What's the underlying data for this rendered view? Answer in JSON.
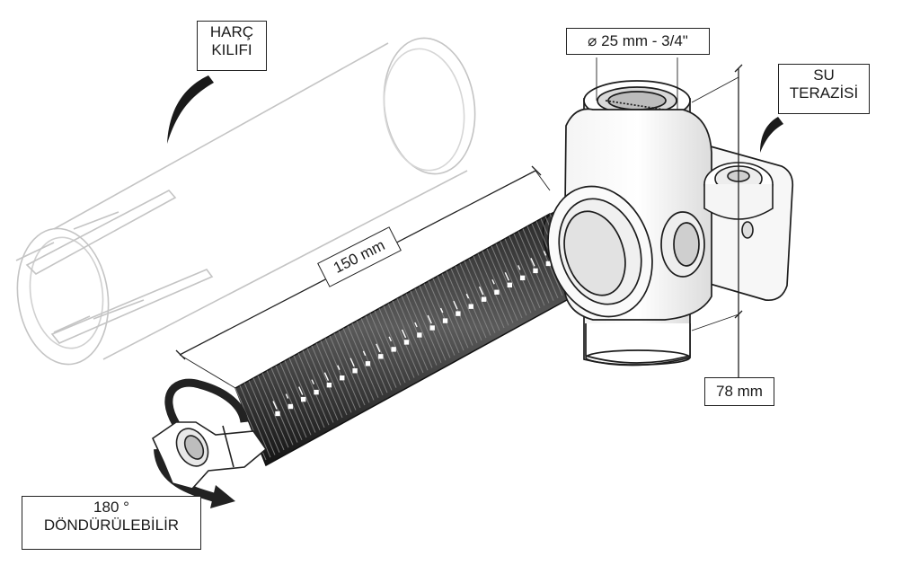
{
  "labels": {
    "harc_line1": "HARÇ",
    "harc_line2": "KILIFI",
    "diameter": "⌀ 25 mm - 3/4\"",
    "su_line1": "SU",
    "su_line2": "TERAZİSİ",
    "length": "150 mm",
    "depth": "78 mm",
    "rotate_line1": "180 °",
    "rotate_line2": "DÖNDÜRÜLEBİLİR"
  },
  "components": [
    {
      "name": "mortar-sleeve",
      "icon": "transparent-tube"
    },
    {
      "name": "threaded-extension",
      "icon": "ribbed-scaled-tube"
    },
    {
      "name": "valve-body",
      "icon": "tee-fitting"
    },
    {
      "name": "spirit-level",
      "icon": "bubble-level"
    },
    {
      "name": "rotation-arrow",
      "icon": "curved-arrow"
    }
  ]
}
